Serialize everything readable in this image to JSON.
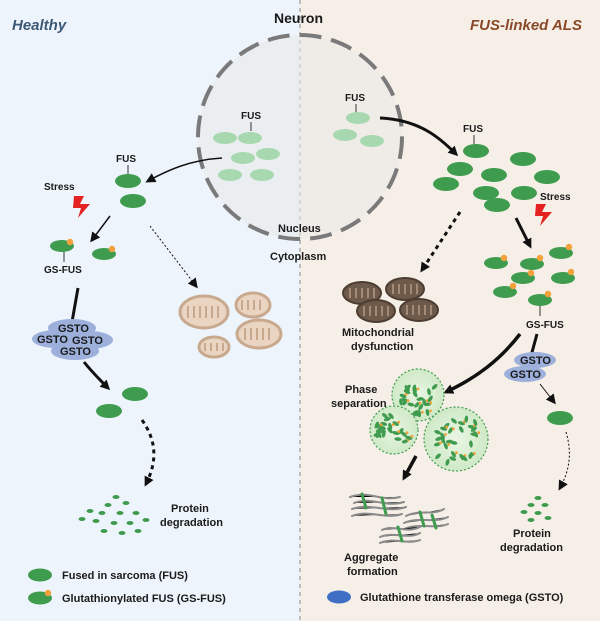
{
  "panels": {
    "left_title": "Healthy",
    "right_title": "FUS-linked ALS",
    "center_title": "Neuron"
  },
  "labels": {
    "fus_nucleus": "FUS",
    "fus_nucleus_right": "FUS",
    "fus_left": "FUS",
    "fus_right": "FUS",
    "nucleus": "Nucleus",
    "cytoplasm": "Cytoplasm",
    "stress_left": "Stress",
    "stress_right": "Stress",
    "gs_fus_left": "GS-FUS",
    "gs_fus_right": "GS-FUS",
    "gsto": "GSTO",
    "mito_line1": "Mitochondrial",
    "mito_line2": "dysfunction",
    "phase_line1": "Phase",
    "phase_line2": "separation",
    "protein_deg_left_1": "Protein",
    "protein_deg_left_2": "degradation",
    "protein_deg_right_1": "Protein",
    "protein_deg_right_2": "degradation",
    "aggregate_line1": "Aggregate",
    "aggregate_line2": "formation"
  },
  "legend": {
    "fus": "Fused in sarcoma (FUS)",
    "gs_fus": "Glutathionylated  FUS  (GS-FUS)",
    "gsto": "Glutathione  transferase omega (GSTO)"
  },
  "colors": {
    "left_bg": "#eef4fb",
    "right_bg": "#f6efe7",
    "fus_green": "#3f9c4f",
    "fus_light": "#a8d8b0",
    "gsto_blue": "#9db0dc",
    "gsto_legend": "#3e6fc5",
    "glutathione": "#f3a13a",
    "mito_healthy": "#d9bfa8",
    "mito_als": "#6e5a4a",
    "healthy_title": "#3b5876",
    "als_title": "#8a4a2a"
  }
}
